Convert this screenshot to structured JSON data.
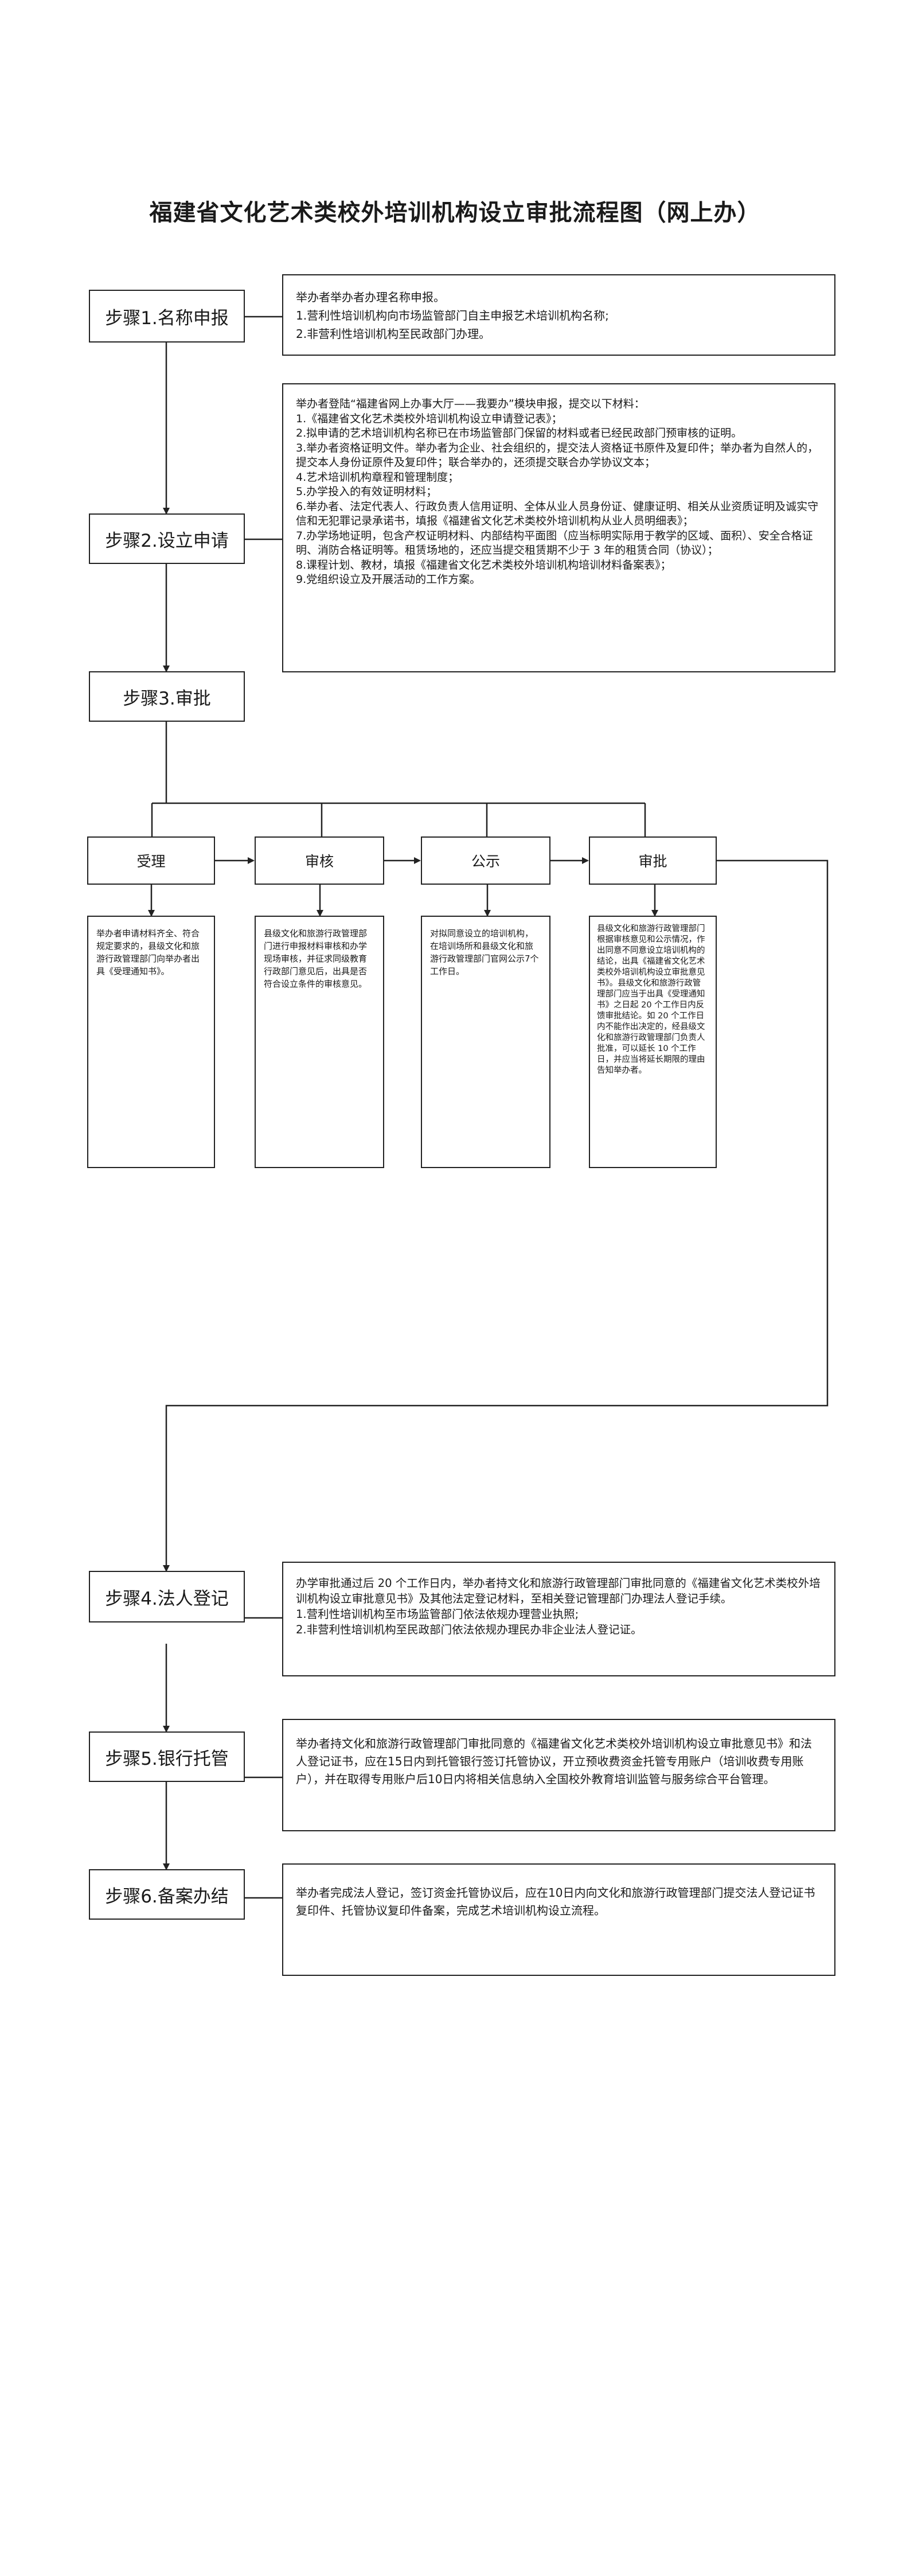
{
  "title": "福建省文化艺术类校外培训机构设立审批流程图（网上办）",
  "steps": [
    {
      "label": "步骤1.名称申报"
    },
    {
      "label": "步骤2.设立申请"
    },
    {
      "label": "步骤3.审批"
    },
    {
      "label": "步骤4.法人登记"
    },
    {
      "label": "步骤5.银行托管"
    },
    {
      "label": "步骤6.备案办结"
    }
  ],
  "notes": {
    "step1": [
      "举办者举办者办理名称申报。",
      "1.营利性培训机构向市场监管部门自主申报艺术培训机构名称;",
      "2.非营利性培训机构至民政部门办理。"
    ],
    "step2": [
      "举办者登陆“福建省网上办事大厅——我要办”模块申报，提交以下材料：",
      "1.《福建省文化艺术类校外培训机构设立申请登记表》；",
      "2.拟申请的艺术培训机构名称已在市场监管部门保留的材料或者已经民政部门预审核的证明。",
      "3.举办者资格证明文件。举办者为企业、社会组织的，提交法人资格证书原件及复印件；举办者为自然人的，提交本人身份证原件及复印件；联合举办的，还须提交联合办学协议文本；",
      "4.艺术培训机构章程和管理制度；",
      "5.办学投入的有效证明材料；",
      "6.举办者、法定代表人、行政负责人信用证明、全体从业人员身份证、健康证明、相关从业资质证明及诚实守信和无犯罪记录承诺书，填报《福建省文化艺术类校外培训机构从业人员明细表》；",
      "7.办学场地证明，包含产权证明材料、内部结构平面图（应当标明实际用于教学的区域、面积）、安全合格证明、消防合格证明等。租赁场地的，还应当提交租赁期不少于 3 年的租赁合同（协议）；",
      "8.课程计划、教材，填报《福建省文化艺术类校外培训机构培训材料备案表》；",
      "9.党组织设立及开展活动的工作方案。"
    ],
    "step4": [
      "办学审批通过后 20 个工作日内，举办者持文化和旅游行政管理部门审批同意的《福建省文化艺术类校外培训机构设立审批意见书》及其他法定登记材料，至相关登记管理部门办理法人登记手续。",
      "1.营利性培训机构至市场监管部门依法依规办理营业执照;",
      "2.非营利性培训机构至民政部门依法依规办理民办非企业法人登记证。"
    ],
    "step5": [
      "举办者持文化和旅游行政管理部门审批同意的《福建省文化艺术类校外培训机构设立审批意见书》和法人登记证书，应在15日内到托管银行签订托管协议，开立预收费资金托管专用账户（培训收费专用账户），并在取得专用账户后10日内将相关信息纳入全国校外教育培训监管与服务综合平台管理。"
    ],
    "step6": [
      "举办者完成法人登记，签订资金托管协议后，应在10日内向文化和旅游行政管理部门提交法人登记证书复印件、托管协议复印件备案，完成艺术培训机构设立流程。"
    ]
  },
  "stages": [
    {
      "label": "受理",
      "text": "举办者申请材料齐全、符合规定要求的，县级文化和旅游行政管理部门向举办者出具《受理通知书》。"
    },
    {
      "label": "审核",
      "text": "县级文化和旅游行政管理部门进行申报材料审核和办学现场审核，并征求同级教育行政部门意见后，出具是否符合设立条件的审核意见。"
    },
    {
      "label": "公示",
      "text": "对拟同意设立的培训机构，在培训场所和县级文化和旅游行政管理部门官网公示7个工作日。"
    },
    {
      "label": "审批",
      "text": "县级文化和旅游行政管理部门根据审核意见和公示情况，作出同意不同意设立培训机构的结论，出具《福建省文化艺术类校外培训机构设立审批意见书》。县级文化和旅游行政管理部门应当于出具《受理通知书》之日起 20 个工作日内反馈审批结论。如 20 个工作日内不能作出决定的，经县级文化和旅游行政管理部门负责人批准，可以延长 10 个工作日，并应当将延长期限的理由告知举办者。"
    }
  ]
}
